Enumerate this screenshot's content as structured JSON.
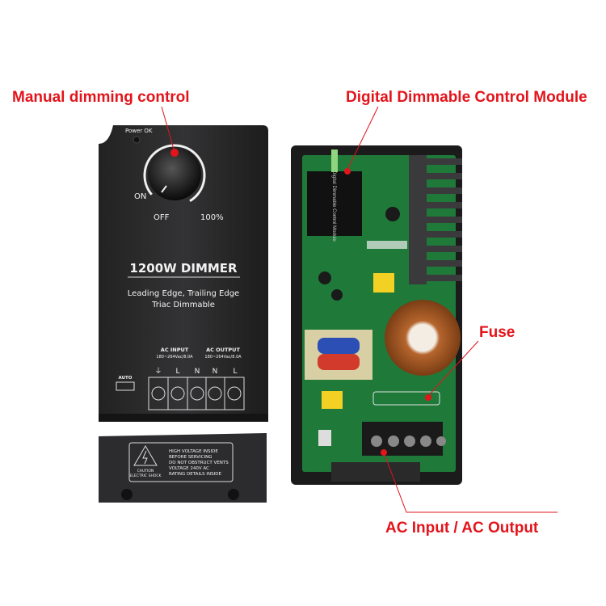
{
  "callouts": {
    "manual": "Manual dimming control",
    "module": "Digital Dimmable Control Module",
    "fuse": "Fuse",
    "ac": "AC Input  /  AC Output"
  },
  "dimmer": {
    "power_ok": "Power OK",
    "on": "ON",
    "off": "OFF",
    "max": "100%",
    "title": "1200W DIMMER",
    "subtitle1": "Leading Edge, Trailing Edge",
    "subtitle2": "Triac Dimmable",
    "ac_input": "AC INPUT",
    "ac_input_rating": "180~264Vac/8.0A",
    "ac_output": "AC OUTPUT",
    "ac_output_rating": "180~264Vac/8.0A",
    "terminals": [
      "⏚",
      "L",
      "N",
      "N",
      "L"
    ],
    "auto": "AUTO"
  },
  "cover": {
    "caution1": "CAUTION",
    "caution2": "ELECTRIC SHOCK",
    "warnings": [
      "HIGH VOLTAGE INSIDE",
      "BEFORE SERVICING",
      "DO NOT OBSTRUCT VENTS",
      "VOLTAGE 240V AC",
      "RATING DETAILS INSIDE"
    ]
  },
  "module_label": "Digital Dimmable Control Module",
  "colors": {
    "callout": "#e3141b",
    "case": "#2b2b2d",
    "pcb": "#1f7a3a"
  }
}
